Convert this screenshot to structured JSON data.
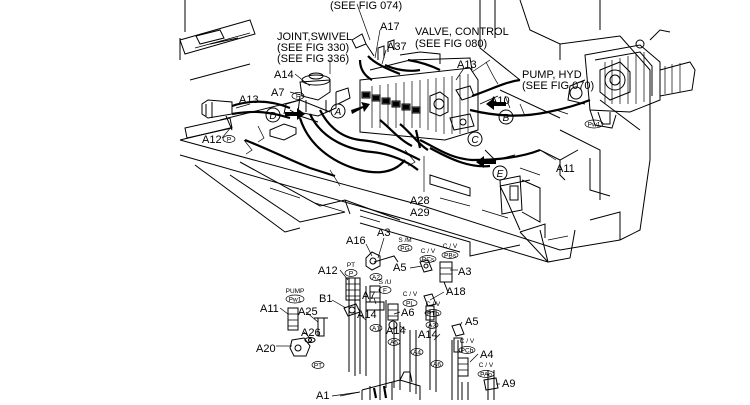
{
  "diagram": {
    "notes": {
      "fig074": "(SEE FIG 074)",
      "swivel_title": "JOINT,SWIVEL",
      "swivel_ref1": "(SEE FIG 330)",
      "swivel_ref2": "(SEE FIG 336)",
      "valve_title": "VALVE, CONTROL",
      "valve_ref": "(SEE FIG 080)",
      "pump_title": "PUMP, HYD",
      "pump_ref": "(SEE FIG 070)"
    },
    "callouts": {
      "a17": "A17",
      "a37": "A37",
      "a14_top": "A14",
      "a13_mid": "A13",
      "a7_top": "A7",
      "a13_left": "A13",
      "a12_left": "A12",
      "a10": "A10",
      "a11_right": "A11",
      "a28": "A28",
      "a29": "A29",
      "a16": "A16",
      "a3_top": "A3",
      "a12_low": "A12",
      "a5_top": "A5",
      "a3_right": "A3",
      "a18": "A18",
      "b1": "B1",
      "a7_low": "A7",
      "a6": "A6",
      "a11_low": "A11",
      "a25": "A25",
      "a14_low1": "A14",
      "a14_low2": "A14",
      "a14_low3": "A14",
      "a5_low": "A5",
      "a26": "A26",
      "a20": "A20",
      "a4": "A4",
      "a9": "A9",
      "a1": "A1"
    },
    "circle_letters": {
      "a": "A",
      "b": "B",
      "c": "C",
      "d": "D",
      "e": "E"
    },
    "port_tags": {
      "p_a12": "P",
      "f_a7": "F",
      "pw1_top": "Pw1",
      "sm_text": "S /M",
      "pg": "PG",
      "cv1_text": "C / V",
      "pcs": "PCs",
      "cv2_text": "C / V",
      "pbs": "PBs",
      "pt_text": "PT",
      "p_low": "P",
      "a2": "A2",
      "su_text": "S /U",
      "f_low": "F",
      "cv3_text": "C / V",
      "pl": "PL",
      "pump_text": "PUMP",
      "pw1_low": "Pw1",
      "cv4_text": "C / V",
      "ptb": "PTb",
      "a1_tag": "A1",
      "a3_tag": "A3",
      "a4_tag": "A4",
      "a5_tag": "A5",
      "a6_tag": "A6",
      "cv5_text": "C / V",
      "pcb": "PCb",
      "cv6_text": "C / V",
      "pao": "PAo",
      "pt_low": "PT"
    }
  }
}
